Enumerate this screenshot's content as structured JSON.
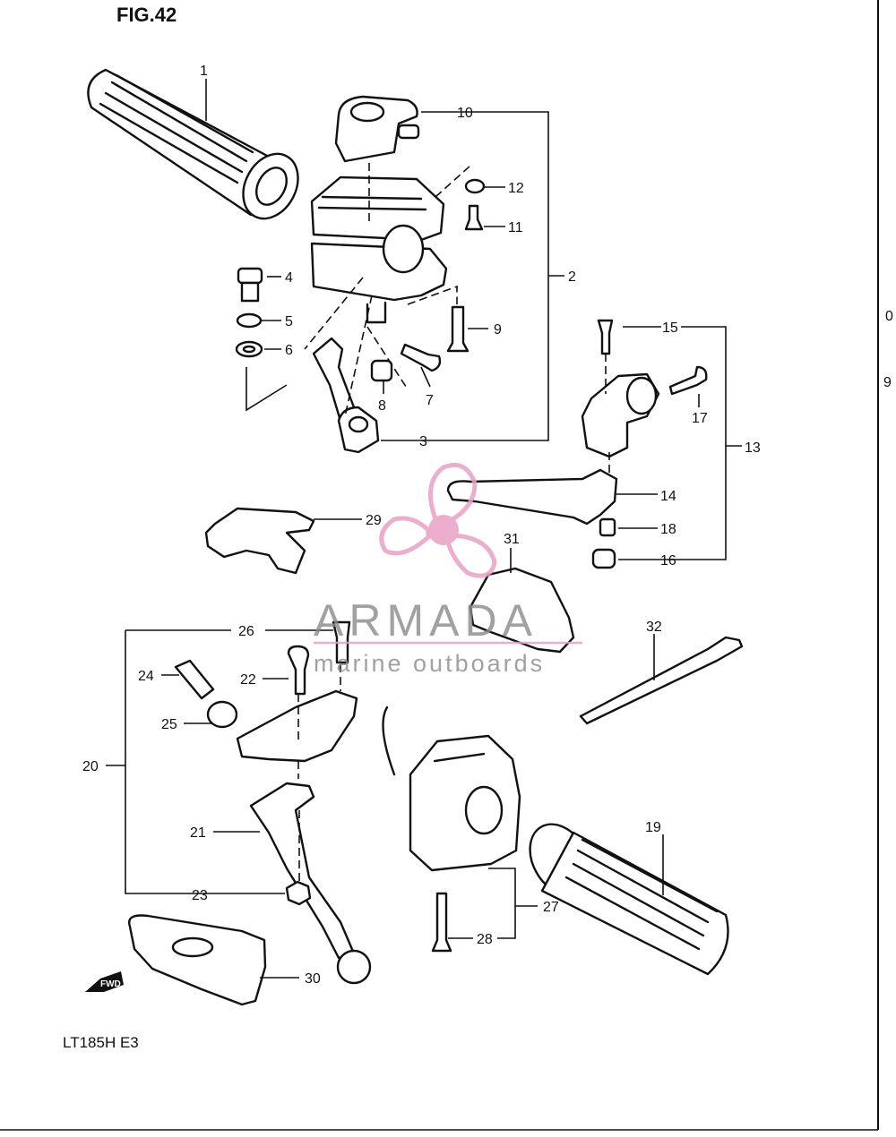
{
  "figure": {
    "title": "FIG.42",
    "model": "LT185H  E3"
  },
  "fwd_label": "FWD",
  "watermark": {
    "brand": "ARMADA",
    "tagline": "marine outboards",
    "logo_color": "#e8a1c4",
    "text_color": "#8a8a8a"
  },
  "callouts": [
    "1",
    "2",
    "3",
    "4",
    "5",
    "6",
    "7",
    "8",
    "9",
    "10",
    "11",
    "12",
    "13",
    "14",
    "15",
    "16",
    "17",
    "18",
    "19",
    "20",
    "21",
    "22",
    "23",
    "24",
    "25",
    "26",
    "27",
    "28",
    "29",
    "30",
    "31",
    "32"
  ],
  "edge_marks": {
    "top": "0",
    "bottom": "9"
  }
}
